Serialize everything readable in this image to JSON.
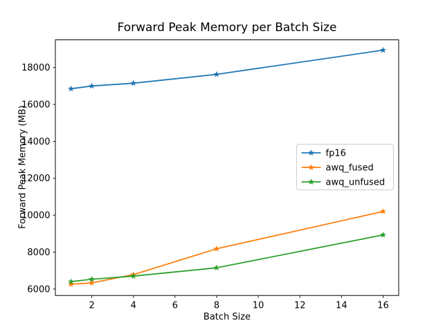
{
  "window": {
    "background": "#ffffff",
    "text_color": "#000000"
  },
  "chart_data": {
    "type": "line",
    "title": "Forward Peak Memory per Batch Size",
    "xlabel": "Batch Size",
    "ylabel": "Forward Peak Memory (MB)",
    "x": [
      1,
      2,
      4,
      8,
      16
    ],
    "series": [
      {
        "name": "fp16",
        "color": "#1f77b4",
        "marker": "star",
        "values": [
          16850,
          17000,
          17150,
          17630,
          18940
        ]
      },
      {
        "name": "awq_fused",
        "color": "#ff7f0e",
        "marker": "star",
        "values": [
          6260,
          6330,
          6780,
          8180,
          10200
        ]
      },
      {
        "name": "awq_unfused",
        "color": "#2ca02c",
        "marker": "star",
        "values": [
          6400,
          6530,
          6700,
          7150,
          8930
        ]
      }
    ],
    "xticks": [
      2,
      4,
      6,
      8,
      10,
      12,
      14,
      16
    ],
    "yticks": [
      6000,
      8000,
      10000,
      12000,
      14000,
      16000,
      18000
    ],
    "xlim": [
      0.25,
      16.75
    ],
    "ylim": [
      5650,
      19500
    ],
    "grid": false,
    "legend_position": "center-right",
    "legend_border_color": "#cccccc",
    "axis_color": "#000000"
  }
}
